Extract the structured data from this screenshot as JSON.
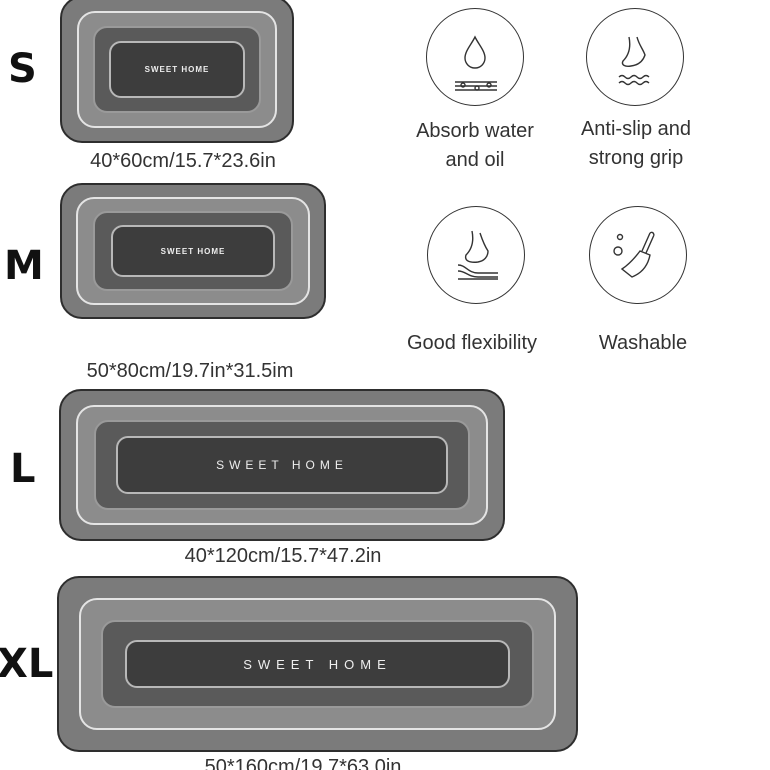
{
  "sizes": [
    {
      "label": "S",
      "mat_text": "SWEET HOME",
      "dimensions": "40*60cm/15.7*23.6in"
    },
    {
      "label": "M",
      "mat_text": "SWEET HOME",
      "dimensions": "50*80cm/19.7in*31.5im"
    },
    {
      "label": "L",
      "mat_text": "SWEET HOME",
      "dimensions": "40*120cm/15.7*47.2in"
    },
    {
      "label": "XL",
      "mat_text": "SWEET HOME",
      "dimensions": "50*160cm/19.7*63.0in"
    }
  ],
  "features": [
    {
      "icon": "water-drop-icon",
      "line1": "Absorb water",
      "line2": "and oil"
    },
    {
      "icon": "foot-anti-slip-icon",
      "line1": "Anti-slip and",
      "line2": "strong grip"
    },
    {
      "icon": "foot-flex-icon",
      "line1": "Good flexibility"
    },
    {
      "icon": "brush-icon",
      "line1": "Washable"
    }
  ]
}
